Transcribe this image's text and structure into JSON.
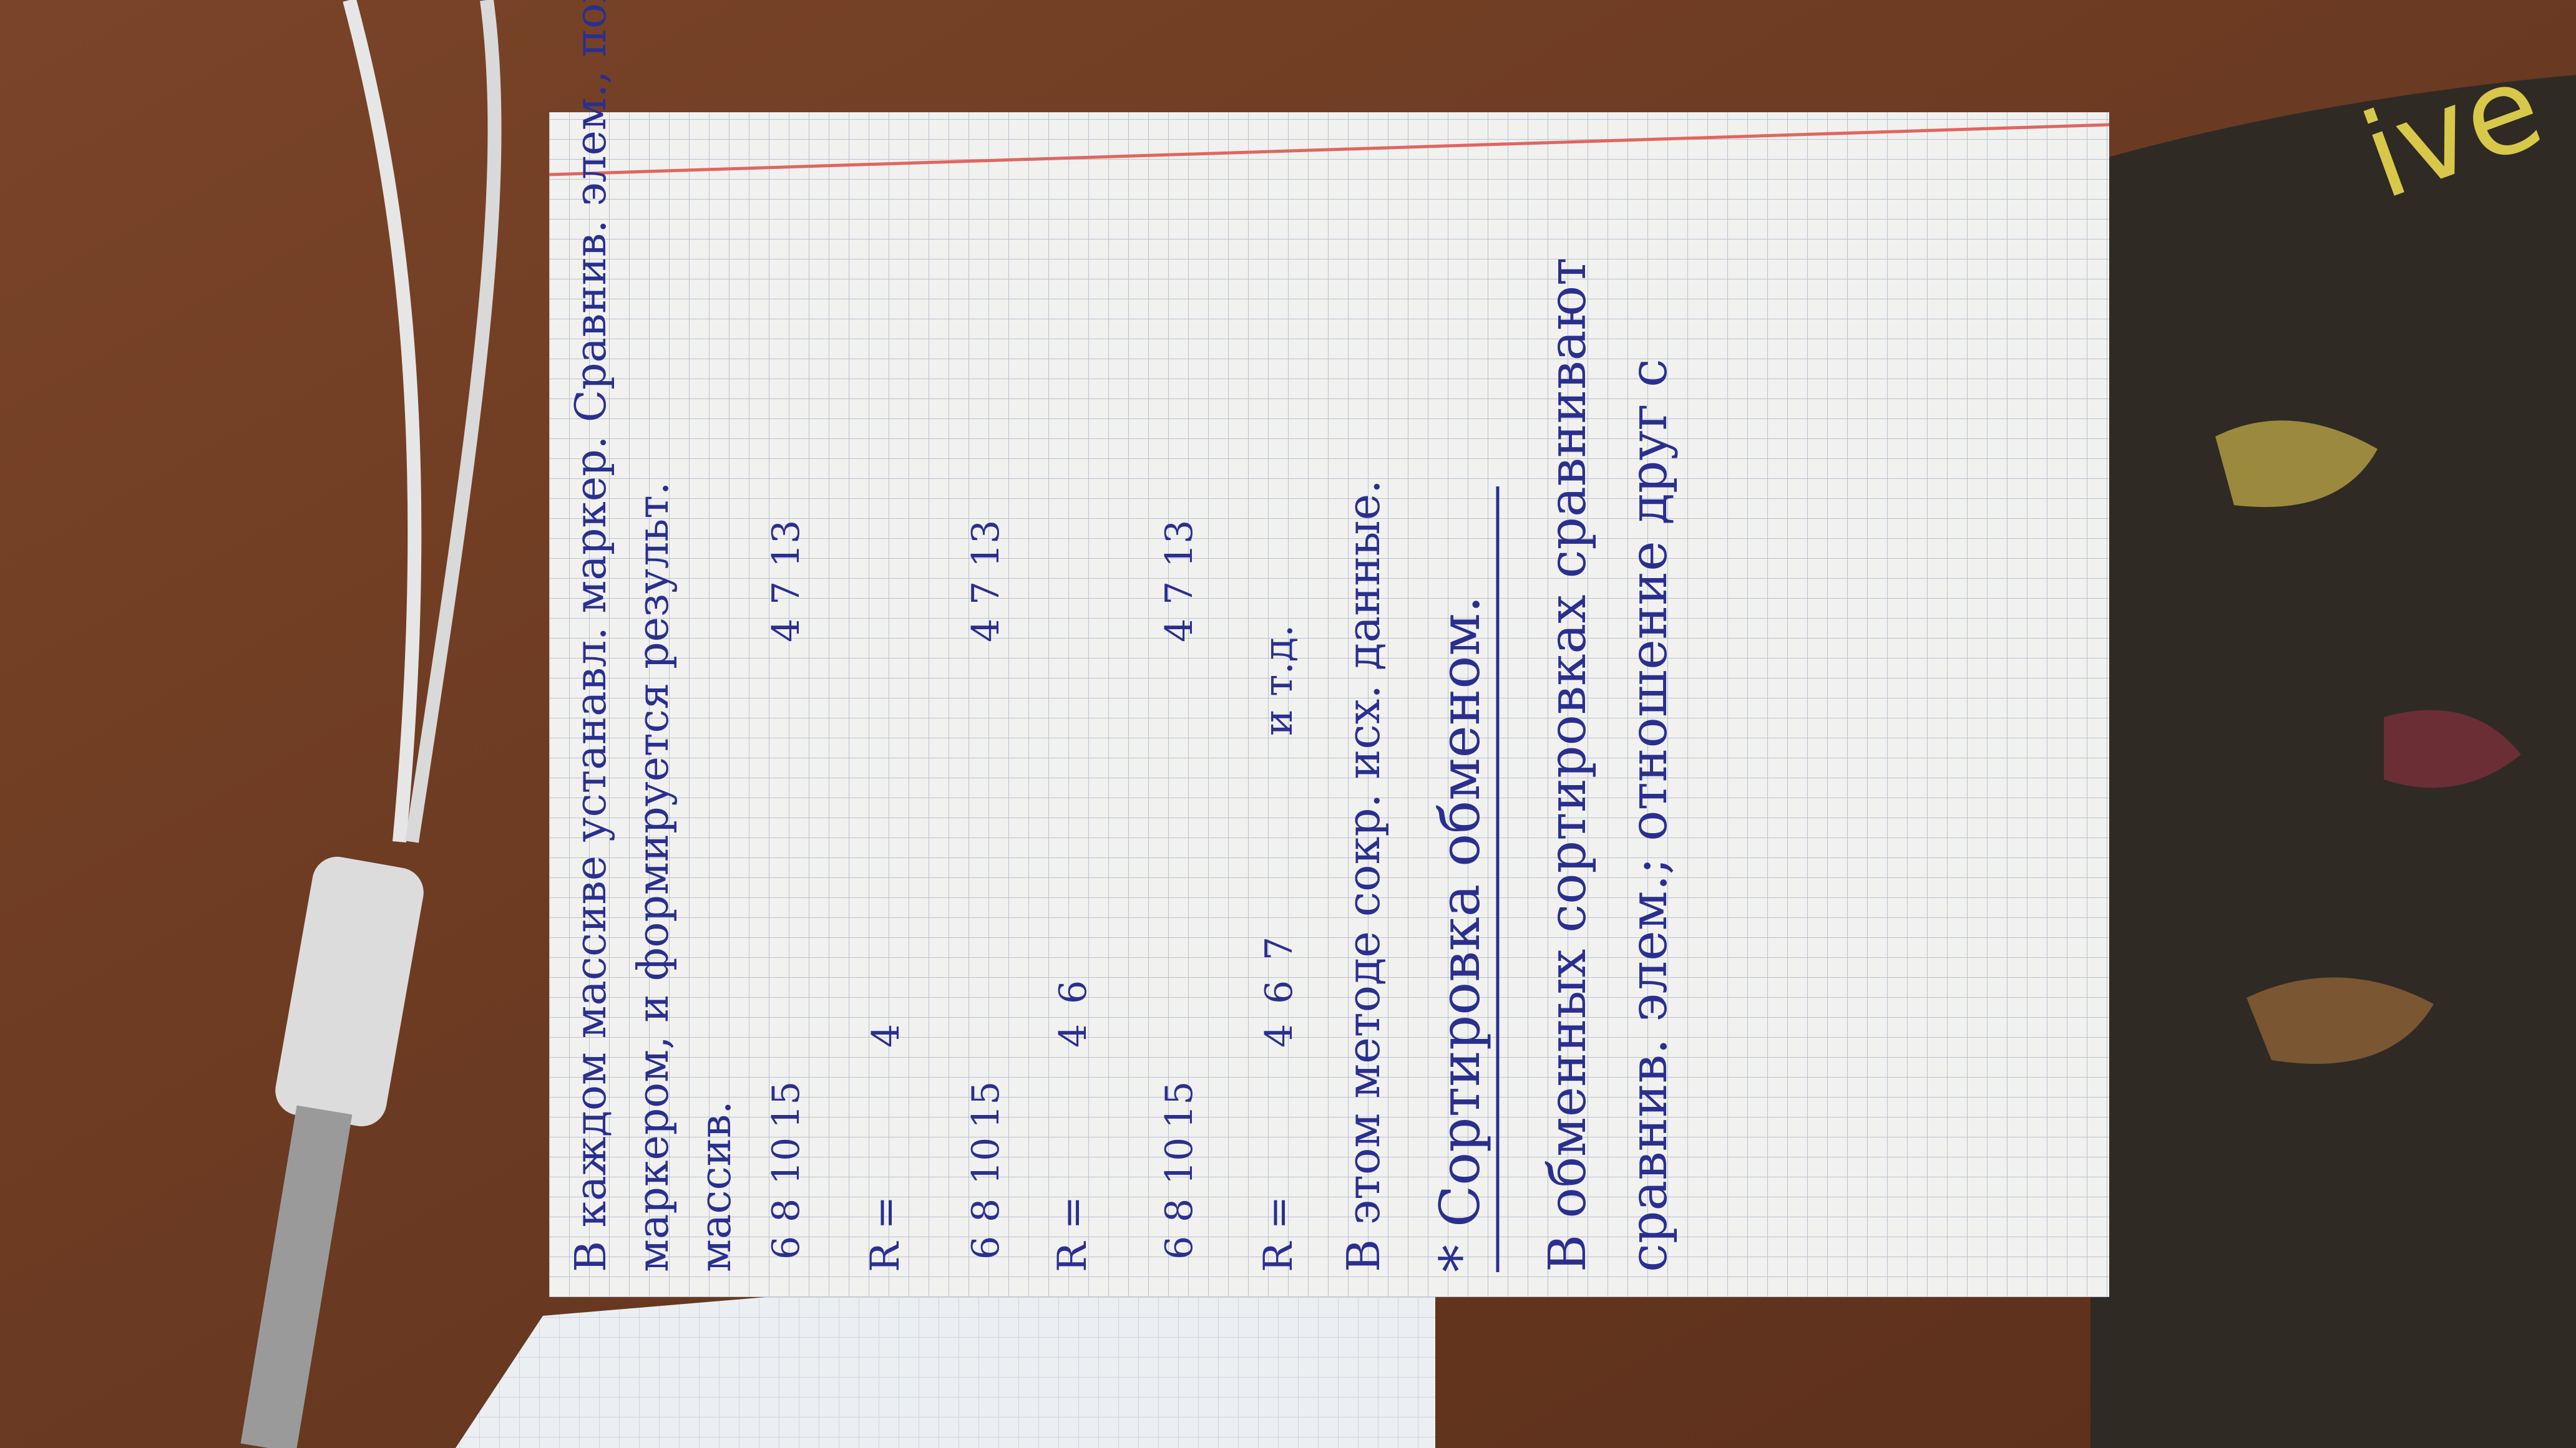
{
  "photo": {
    "desk_color": "#6b3a22",
    "paper_color": "#f1f1ef",
    "grid_color": "#b9c2cf",
    "margin_color": "#e0665f",
    "ink_color": "#2a2f8f",
    "fabric_color": "#2f2a24",
    "cable_color": "#e6e6e6"
  },
  "notebook": {
    "lines": [
      "В каждом массиве устанавл. маркер. Сравнив. элем., помечен.",
      "маркером, и формируется результ.",
      "массив."
    ],
    "example_rows": [
      {
        "label": "",
        "left": [
          "6",
          "8",
          "10",
          "15"
        ],
        "right": [
          "4",
          "7",
          "13"
        ],
        "result": []
      },
      {
        "label": "R =",
        "left": [],
        "right": [],
        "result": [
          "4"
        ]
      },
      {
        "label": "",
        "left": [
          "6",
          "8",
          "10",
          "15"
        ],
        "right": [
          "4",
          "7",
          "13"
        ],
        "result": []
      },
      {
        "label": "R =",
        "left": [],
        "right": [],
        "result": [
          "4",
          "6"
        ]
      },
      {
        "label": "",
        "left": [
          "6",
          "8",
          "10",
          "15"
        ],
        "right": [
          "4",
          "7",
          "13"
        ],
        "result": []
      },
      {
        "label": "R =",
        "left": [],
        "right": [],
        "result": [
          "4",
          "6",
          "7"
        ]
      }
    ],
    "etc": "и т.д.",
    "note": "В этом методе сокр. исх. данные.",
    "heading": "* Сортировка обменом.",
    "tail_line_1": "В обменных сортировках сравнивают",
    "tail_line_2": "сравнив. элем.; отношение друг с"
  },
  "fabric": {
    "print_text": "ive"
  }
}
